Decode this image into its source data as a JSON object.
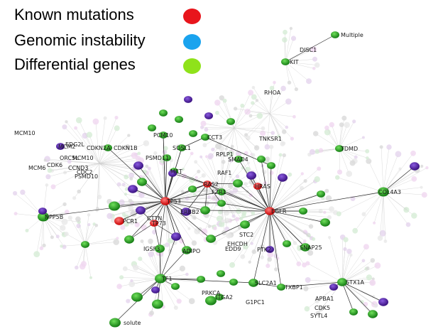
{
  "legend": [
    {
      "label": "Known mutations",
      "color": "#e8151c"
    },
    {
      "label": "Genomic instability",
      "color": "#1aa3ee"
    },
    {
      "label": "Differential genes",
      "color": "#8fe21a"
    }
  ],
  "category_colors": {
    "known": "#e01515",
    "instability": "#5a1fb0",
    "differential": "#1f9e1f"
  },
  "genes": [
    "Multiple",
    "DISC1",
    "KIT",
    "RHOA",
    "MCM10",
    "CDKN2A",
    "TNKSR1",
    "CCT3",
    "TDMD",
    "EDG2L",
    "CDKN1B",
    "SOSL1",
    "PCM10",
    "MCM2",
    "ORC5L",
    "MCM10",
    "PSMD11",
    "RPLP1",
    "SMAD4",
    "MCM6",
    "CDK6",
    "CCND3",
    "CDC2",
    "PSMD10",
    "MET",
    "RAF1",
    "RAS2",
    "FZR1",
    "HRAS",
    "COL4A3",
    "NPP5B",
    "TP53",
    "ERBB2",
    "EGFR",
    "PCR1",
    "CTTN",
    "TP73",
    "STC2",
    "PTK2",
    "IGSF3",
    "EHCDH",
    "EDD9",
    "SNAP25",
    "ADIPO",
    "TF1",
    "SLC2A1",
    "APBA1",
    "CDK5",
    "SYTL4",
    "G1PC1",
    "TXBP1",
    "STX1A",
    "ITGA2",
    "PRKCA",
    "solute"
  ]
}
